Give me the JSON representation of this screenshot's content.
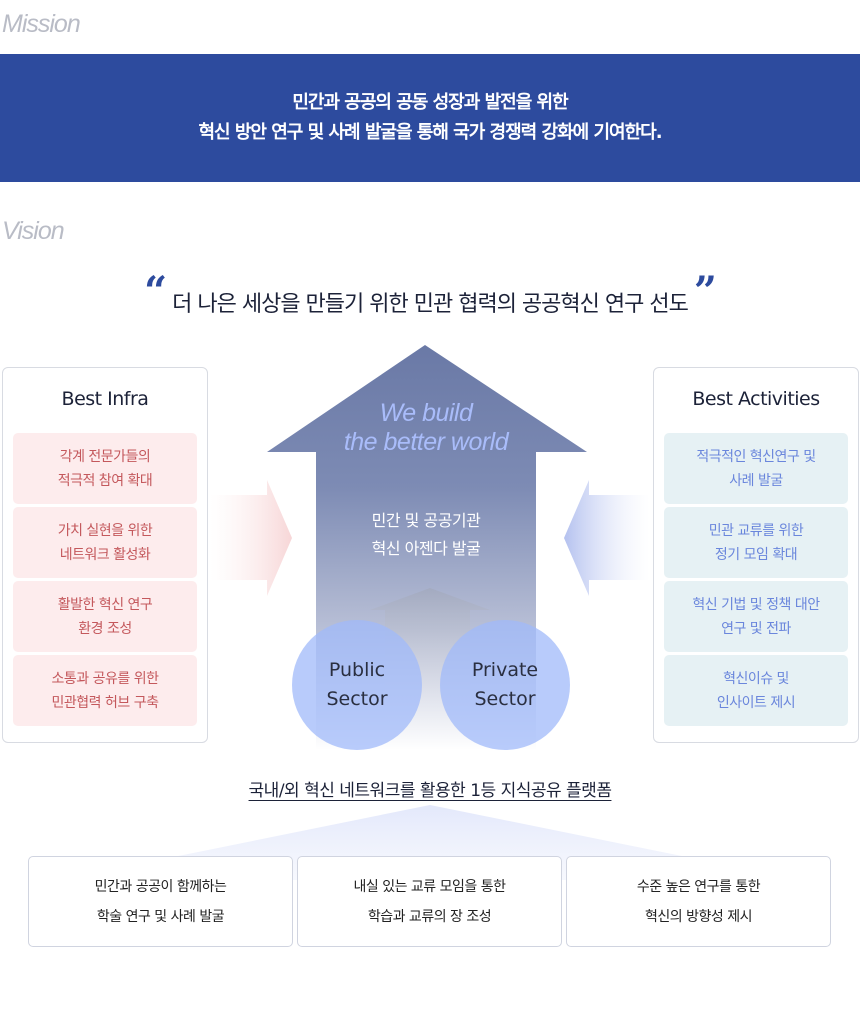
{
  "mission": {
    "label": "Mission",
    "lines": [
      "민간과 공공의 공동 성장과 발전을 위한",
      "혁신 방안 연구 및 사례 발굴을 통해 국가 경쟁력 강화에 기여한다."
    ]
  },
  "vision": {
    "label": "Vision",
    "quote": "더 나은 세상을 만들기 위한 민관 협력의 공공혁신 연구 선도",
    "open_quote": "“",
    "close_quote": "”"
  },
  "best_infra": {
    "title": "Best Infra",
    "items": [
      "각계 전문가들의\n적극적 참여 확대",
      "가치 실현을 위한\n네트워크 활성화",
      "활발한 혁신 연구\n환경 조성",
      "소통과 공유를 위한\n민관협력 허브 구축"
    ]
  },
  "best_activities": {
    "title": "Best Activities",
    "items": [
      "적극적인 혁신연구 및\n사례 발굴",
      "민관 교류를 위한\n정기 모임 확대",
      "혁신 기법 및 정책 대안\n연구 및 전파",
      "혁신이슈 및\n인사이트 제시"
    ]
  },
  "center": {
    "slogan_line1": "We build",
    "slogan_line2": "the better world",
    "agenda_line1": "민간 및 공공기관",
    "agenda_line2": "혁신 아젠다 발굴",
    "public": "Public\nSector",
    "private": "Private\nSector"
  },
  "platform": {
    "title": "국내/외 혁신 네트워크를 활용한 1등 지식공유 플랫폼",
    "boxes": [
      "민간과 공공이 함께하는\n학술 연구 및 사례 발굴",
      "내실 있는 교류 모임을 통한\n학습과 교류의 장 조성",
      "수준 높은 연구를 통한\n혁신의 방향성 제시"
    ]
  },
  "colors": {
    "brand": "#2d4b9e",
    "infra": "#c4585c",
    "activities": "#6a86dc"
  }
}
